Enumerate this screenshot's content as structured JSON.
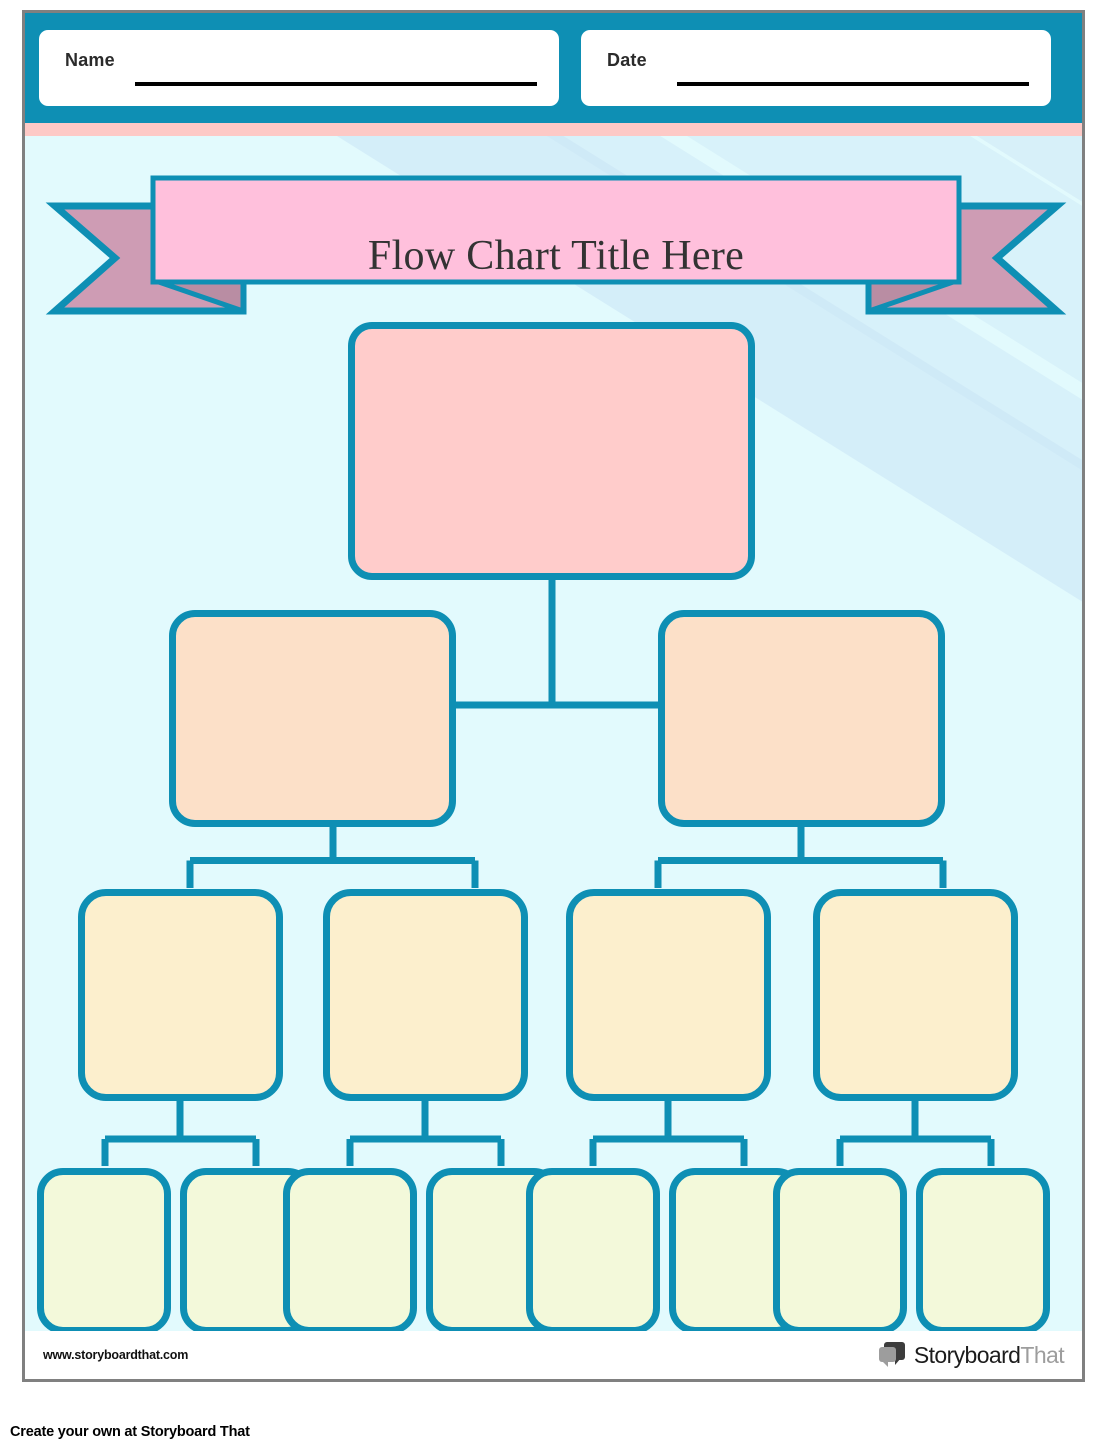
{
  "header": {
    "name_label": "Name",
    "date_label": "Date",
    "name_value": "",
    "date_value": "",
    "bar_color": "#0E8FB4",
    "strip_color": "#FDC9C6"
  },
  "banner": {
    "title": "Flow Chart Title Here",
    "fill_color": "#FFC0DC",
    "tail_color": "#CE9CB4",
    "border_color": "#0E8FB4"
  },
  "chart_data": {
    "type": "diagram",
    "title": "Flow Chart Title Here",
    "orientation": "top-down",
    "connector_color": "#0E8FB4",
    "levels": [
      {
        "level": 1,
        "count": 1,
        "fill": "#FFCCCB",
        "nodes": [
          {
            "id": "n1",
            "label": ""
          }
        ]
      },
      {
        "level": 2,
        "count": 2,
        "fill": "#FCE0C8",
        "nodes": [
          {
            "id": "n2",
            "label": ""
          },
          {
            "id": "n3",
            "label": ""
          }
        ]
      },
      {
        "level": 3,
        "count": 4,
        "fill": "#FCEFCD",
        "nodes": [
          {
            "id": "n4",
            "label": ""
          },
          {
            "id": "n5",
            "label": ""
          },
          {
            "id": "n6",
            "label": ""
          },
          {
            "id": "n7",
            "label": ""
          }
        ]
      },
      {
        "level": 4,
        "count": 8,
        "fill": "#F3F9DA",
        "nodes": [
          {
            "id": "n8",
            "label": ""
          },
          {
            "id": "n9",
            "label": ""
          },
          {
            "id": "n10",
            "label": ""
          },
          {
            "id": "n11",
            "label": ""
          },
          {
            "id": "n12",
            "label": ""
          },
          {
            "id": "n13",
            "label": ""
          },
          {
            "id": "n14",
            "label": ""
          },
          {
            "id": "n15",
            "label": ""
          }
        ]
      }
    ],
    "edges": [
      [
        "n1",
        "n2"
      ],
      [
        "n1",
        "n3"
      ],
      [
        "n2",
        "n4"
      ],
      [
        "n2",
        "n5"
      ],
      [
        "n3",
        "n6"
      ],
      [
        "n3",
        "n7"
      ],
      [
        "n4",
        "n8"
      ],
      [
        "n4",
        "n9"
      ],
      [
        "n5",
        "n10"
      ],
      [
        "n5",
        "n11"
      ],
      [
        "n6",
        "n12"
      ],
      [
        "n6",
        "n13"
      ],
      [
        "n7",
        "n14"
      ],
      [
        "n7",
        "n15"
      ]
    ]
  },
  "footer": {
    "url": "www.storyboardthat.com",
    "logo_dark": "Storyboard",
    "logo_gray": "That"
  },
  "caption": "Create your own at Storyboard That",
  "background": {
    "sheet_color": "#E2FAFD",
    "swoosh_color": "#C9E4F5"
  }
}
